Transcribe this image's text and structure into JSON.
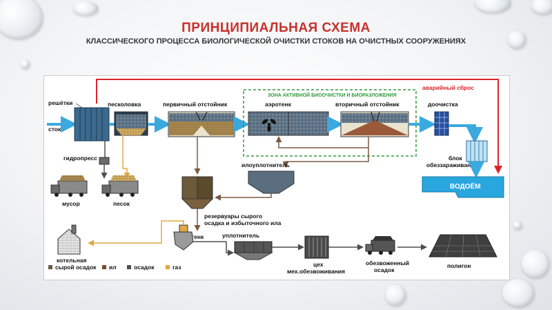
{
  "title": "ПРИНЦИПИАЛЬНАЯ СХЕМА",
  "subtitle": "КЛАССИЧЕСКОГО ПРОЦЕССА БИОЛОГИЧЕСКОЙ ОЧИСТКИ СТОКОВ НА ОЧИСТНЫХ СООРУЖЕНИЯХ",
  "labels": {
    "reshetki": "решётки",
    "stoki": "стоки",
    "peskolovka": "песколовка",
    "pervichny": "первичный отстойник",
    "zona": "ЗОНА АКТИВНОЙ БИООЧИСТКИ И БИОРАЗЛОЖЕНИЯ",
    "aerotenk": "аэротенк",
    "vtorichny": "вторичный отстойник",
    "avariyny": "аварийный сброс",
    "doochistka": "доочистка",
    "blok1": "блок",
    "blok2": "обеззараживания",
    "vodoem": "ВОДОЁМ",
    "gidropress": "гидропресс",
    "musor": "мусор",
    "pesok": "песок",
    "iloupl": "илоуплотнитель",
    "rez1": "резервуары сырого",
    "rez2": "осадка и избыточного ила",
    "kotelnaya": "котельная",
    "metantenk": "метантенк",
    "uplotnitel": "уплотнитель",
    "cekh1": "цех",
    "cekh2": "мех.обезвоживания",
    "obezv1": "обезвоженный",
    "obezv2": "осадок",
    "poligon": "полигон"
  },
  "legend": [
    {
      "label": "сырой осадок",
      "color": "#6b5a43"
    },
    {
      "label": "ил",
      "color": "#7a4a32"
    },
    {
      "label": "осадок",
      "color": "#4d4d4d"
    },
    {
      "label": "газ",
      "color": "#e0a843"
    }
  ],
  "colors": {
    "water": "#3aa9de",
    "emergency": "#d9252a",
    "zone": "#2e9a3c",
    "sludge": "#7a5a40",
    "gas": "#e0a843"
  }
}
